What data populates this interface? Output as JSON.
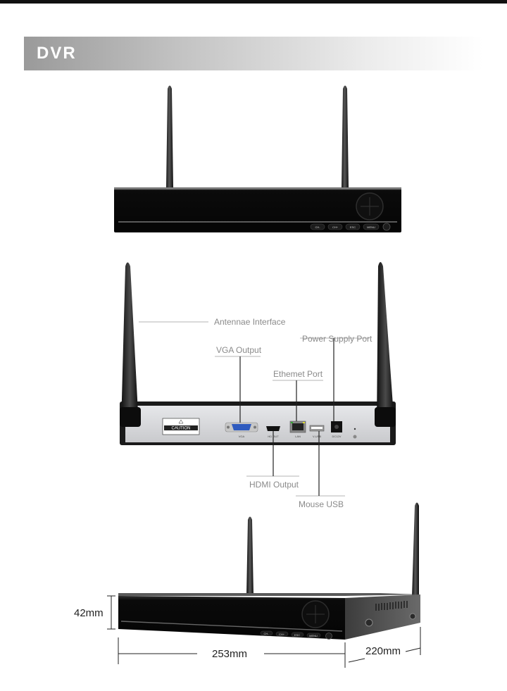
{
  "banner": {
    "title": "DVR"
  },
  "front_panel": {
    "buttons": [
      "CH-",
      "CH+",
      "ESC",
      "MENU"
    ]
  },
  "rear_panel": {
    "caution_label": "CAUTION",
    "port_labels": [
      "VGA",
      "HD OUT",
      "LAN",
      "V-USB",
      "DC12V"
    ],
    "callouts": {
      "antennae": "Antennae Interface",
      "vga": "VGA Output",
      "power": "Power Supply Port",
      "ethernet": "Ethemet Port",
      "hdmi": "HDMI Output",
      "usb": "Mouse USB"
    }
  },
  "dimensions": {
    "height": "42mm",
    "width": "253mm",
    "depth": "220mm"
  },
  "colors": {
    "body": "#0d0d0d",
    "rear_face": "#d9dadd",
    "callout_line": "#b5b5b5",
    "vga_port": "#2f5bbf"
  }
}
